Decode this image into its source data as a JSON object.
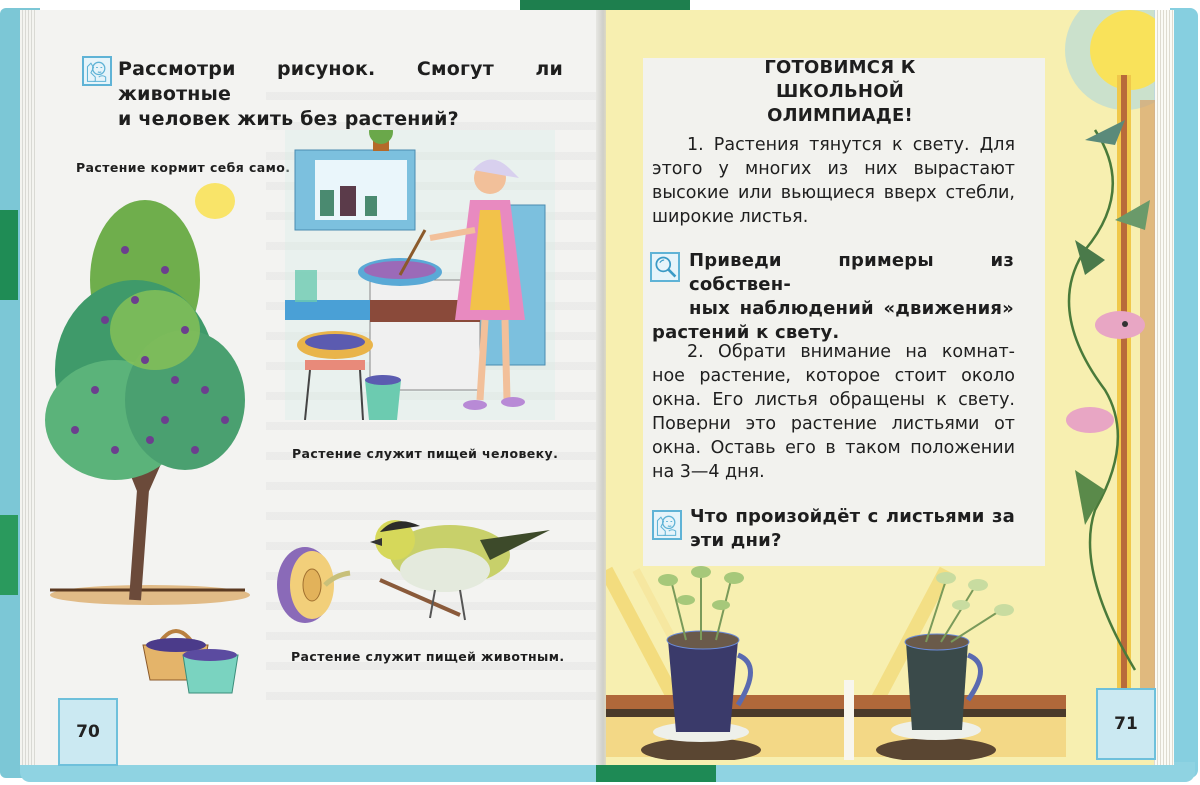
{
  "left_page": {
    "task_heading": "Рассмотри рисунок. Смогут ли животные и человек жить без растений?",
    "task_heading_lines": [
      "Рассмотри рисунок. Смогут ли животные",
      "и человек жить без растений?"
    ],
    "task_icon": "thinking-child-icon",
    "captions": {
      "plant_feeds_itself": "Растение кормит себя само.",
      "plant_food_for_human": "Растение служит пищей человеку.",
      "plant_food_for_animals": "Растение служит пищей животным."
    },
    "illustrations": [
      "plum-tree",
      "sun",
      "fruit-basket",
      "bucket-of-plums",
      "woman-cooking-jam",
      "kitchen-shelf",
      "cut-plum",
      "caterpillar",
      "bird-on-branch"
    ],
    "page_number": "70"
  },
  "right_page": {
    "title_lines": [
      "ГОТОВИМСЯ К",
      "ШКОЛЬНОЙ ОЛИМПИАДЕ!"
    ],
    "paragraph_1_lines": [
      "1. Растения тянутся к свету. Для",
      "этого у многих из них вырастают",
      "высокие или вьющиеся вверх стебли,",
      "широкие листья."
    ],
    "task_1": {
      "icon": "magnifier-icon",
      "lines": [
        "Приведи примеры из собствен-",
        "ных наблюдений «движения»",
        "растений к свету."
      ]
    },
    "paragraph_2_lines": [
      "2. Обрати внимание на комнат-",
      "ное растение, которое стоит около",
      "окна. Его листья обращены к свету.",
      "Поверни это растение листьями от",
      "окна. Оставь его в таком положении",
      "на 3—4 дня."
    ],
    "task_2": {
      "icon": "thinking-child-icon",
      "lines": [
        "Что произойдёт с листьями за",
        "эти дни?"
      ]
    },
    "illustrations": [
      "sun",
      "climbing-bindweed",
      "window-frame",
      "potted-plant-cup-left",
      "potted-plant-cup-right",
      "windowsill"
    ],
    "page_number": "71"
  },
  "colors": {
    "icon_blue": "#5fb3d6",
    "page_number_bg": "#cbe9f2",
    "right_page_yellow": "#f7efb0",
    "cover_blue": "#86cfe0",
    "cover_green": "#1e8a55",
    "text": "#1e1e1e"
  }
}
